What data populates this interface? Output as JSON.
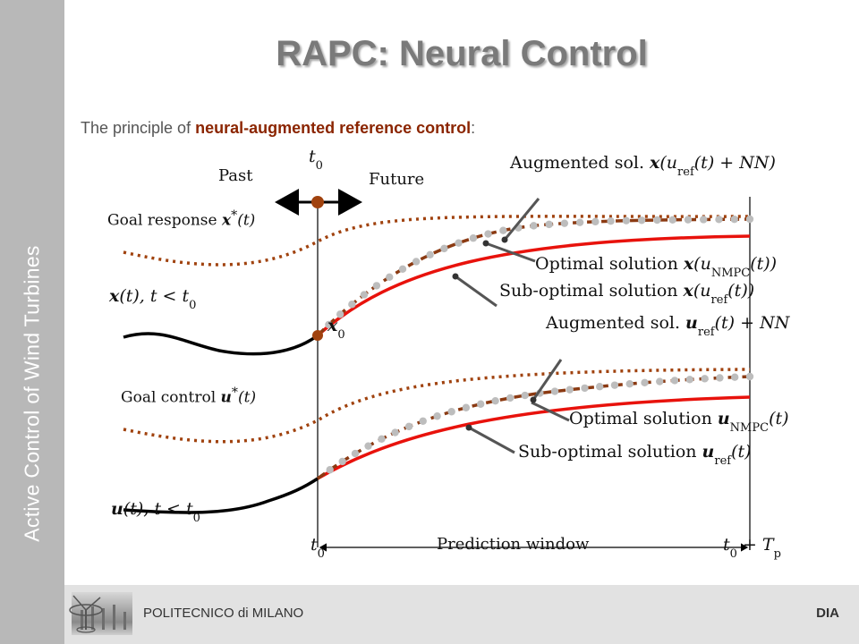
{
  "sidebar": {
    "text": "Active Control of Wind Turbines"
  },
  "title": "RAPC: Neural Control",
  "subtitle": {
    "prefix": "The principle of ",
    "highlight": "neural-augmented reference control",
    "suffix": ":"
  },
  "diagram": {
    "t0_top": "t",
    "t0_top_sub": "0",
    "past": "Past",
    "future": "Future",
    "aug_sol_x": {
      "text": "Augmented sol. ",
      "sym": "x",
      "args1": "(u",
      "sub": "ref",
      "args2": "(t) + NN)"
    },
    "goal_response": {
      "text": "Goal response ",
      "sym": "x",
      "sup": "*",
      "arg": "(t)"
    },
    "x_past": {
      "sym": "x",
      "arg": "(t),  t < t",
      "sub": "0"
    },
    "x0_label": {
      "sym": "x",
      "sub": "0"
    },
    "opt_sol_x": {
      "text": "Optimal solution ",
      "sym": "x",
      "args1": "(u",
      "sub": "NMPC",
      "args2": "(t))"
    },
    "subopt_sol_x": {
      "text": "Sub-optimal solution ",
      "sym": "x",
      "args1": "(u",
      "sub": "ref",
      "args2": "(t))"
    },
    "aug_sol_u": {
      "text": "Augmented sol. ",
      "sym": "u",
      "sub": "ref",
      "args2": "(t) + NN"
    },
    "goal_control": {
      "text": "Goal control ",
      "sym": "u",
      "sup": "*",
      "arg": "(t)"
    },
    "opt_sol_u": {
      "text": "Optimal solution ",
      "sym": "u",
      "sub": "NMPC",
      "args2": "(t)"
    },
    "subopt_sol_u": {
      "text": "Sub-optimal solution ",
      "sym": "u",
      "sub": "ref",
      "args2": "(t)"
    },
    "u_past": {
      "sym": "u",
      "arg": "(t),  t < t",
      "sub": "0"
    },
    "t0_bottom": "t",
    "t0_bottom_sub": "0",
    "prediction_window": "Prediction window",
    "tend": {
      "sym": "t",
      "sub": "0",
      "rest": " + T",
      "sub2": "p"
    }
  },
  "colors": {
    "optimal": "#e8120c",
    "augmented": "#8b3a12",
    "goal": "#a0420e",
    "dots": "#bdbdbd",
    "past": "#000000",
    "marker": "#a0420e"
  },
  "footer": {
    "left": "POLITECNICO di MILANO",
    "right": "DIA"
  }
}
